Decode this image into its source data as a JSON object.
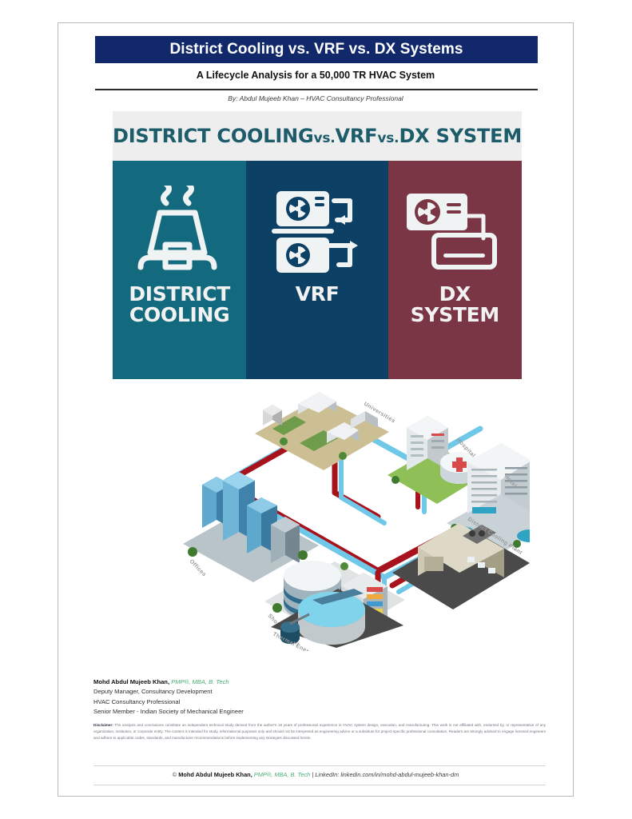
{
  "document": {
    "title": "District Cooling vs. VRF vs. DX Systems",
    "subtitle": "A Lifecycle Analysis for a 50,000 TR HVAC System",
    "byline": "By: Abdul Mujeeb Khan – HVAC Consultancy Professional"
  },
  "infographic": {
    "heading_main_1": "DISTRICT COOLING",
    "heading_vs_1": "vs.",
    "heading_main_2": "VRF",
    "heading_vs_2": "vs.",
    "heading_main_3": "DX SYSTEM",
    "panels": [
      {
        "label_line1": "DISTRICT",
        "label_line2": "COOLING",
        "icon": "cooling-tower-icon",
        "color": "#136a7e"
      },
      {
        "label_line1": "VRF",
        "label_line2": "",
        "icon": "vrf-units-icon",
        "color": "#0d4065"
      },
      {
        "label_line1": "DX",
        "label_line2": "SYSTEM",
        "icon": "dx-split-unit-icon",
        "color": "#7b3645"
      }
    ]
  },
  "city_diagram": {
    "labels": {
      "universities": "Universities",
      "hospital": "Hospital",
      "hotel": "Hotel",
      "offices": "Offices",
      "shopping_mall": "Shopping Mall",
      "plant": "District Cooling Plant",
      "tes_tank": "Thermal Energy Storage Tank"
    }
  },
  "author": {
    "name": "Mohd Abdul Mujeeb Khan,",
    "credentials": "PMP®, MBA, B. Tech",
    "line2": "Deputy Manager, Consultancy Development",
    "line3": "HVAC Consultancy Professional",
    "line4": "Senior Member - Indian Society of Mechanical Engineer"
  },
  "disclaimer": {
    "label": "Disclaimer:",
    "body": " The analysis and conclusions constitute an independent technical study derived from the author's 18 years of professional experience in HVAC system design, execution, and manufacturing. This work is not affiliated with, endorsed by, or representative of any organization, institution, or corporate entity. The content is intended for study, informational purposes only and should not be interpreted as engineering advice or a substitute for project-specific professional consultation. Readers are strongly advised to engage licensed engineers and adhere to applicable codes, standards, and manufacturer recommendations before implementing any strategies discussed herein."
  },
  "footer": {
    "copyright_mark": "© ",
    "name": "Mohd Abdul Mujeeb Khan,",
    "credentials": " PMP®, MBA, B. Tech",
    "separator": " | ",
    "linkedin": "LinkedIn: linkedin.com/in/mohd-abdul-mujeeb-khan-dm"
  }
}
